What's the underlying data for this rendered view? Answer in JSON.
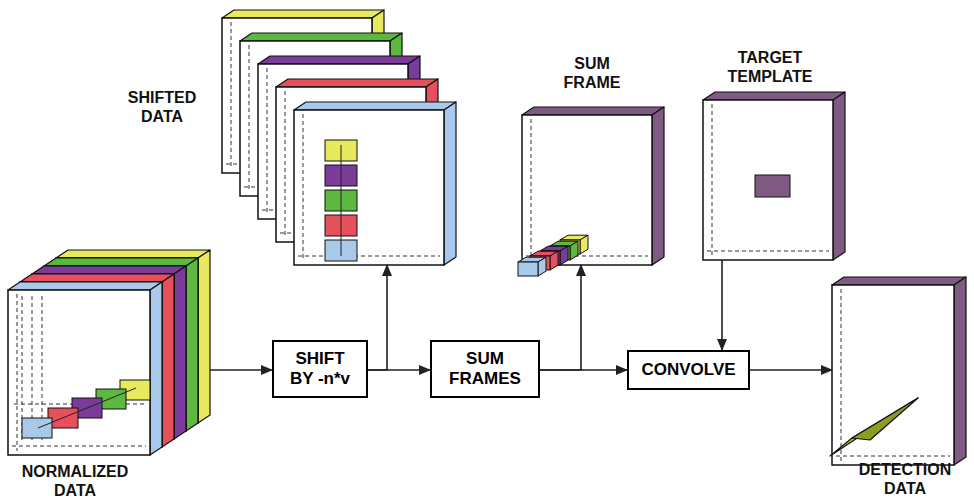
{
  "diagram": {
    "nodes": [
      {
        "text": [
          "NORMALIZED DATA"
        ]
      },
      {
        "text": [
          "SHIFT BY -n*v"
        ]
      },
      {
        "text": [
          "SHIFTED DATA"
        ]
      },
      {
        "text": [
          "SUM FRAMES"
        ]
      },
      {
        "text": [
          "SUM FRAME"
        ]
      },
      {
        "text": [
          "TARGET TEMPLATE"
        ]
      },
      {
        "text": [
          "CONVOLVE"
        ]
      },
      {
        "text": [
          "DETECTION DATA"
        ]
      }
    ],
    "edges": [
      {
        "from": 0,
        "to": 1,
        "arrow": "to"
      },
      {
        "from": 1,
        "to": 3,
        "arrow": "to"
      },
      {
        "from": 1,
        "to": 2,
        "arrow": "to"
      },
      {
        "from": 3,
        "to": 6,
        "arrow": "to"
      },
      {
        "from": 3,
        "to": 4,
        "arrow": "to"
      },
      {
        "from": 5,
        "to": 6,
        "arrow": "to"
      },
      {
        "from": 6,
        "to": 7,
        "arrow": "to"
      }
    ]
  }
}
